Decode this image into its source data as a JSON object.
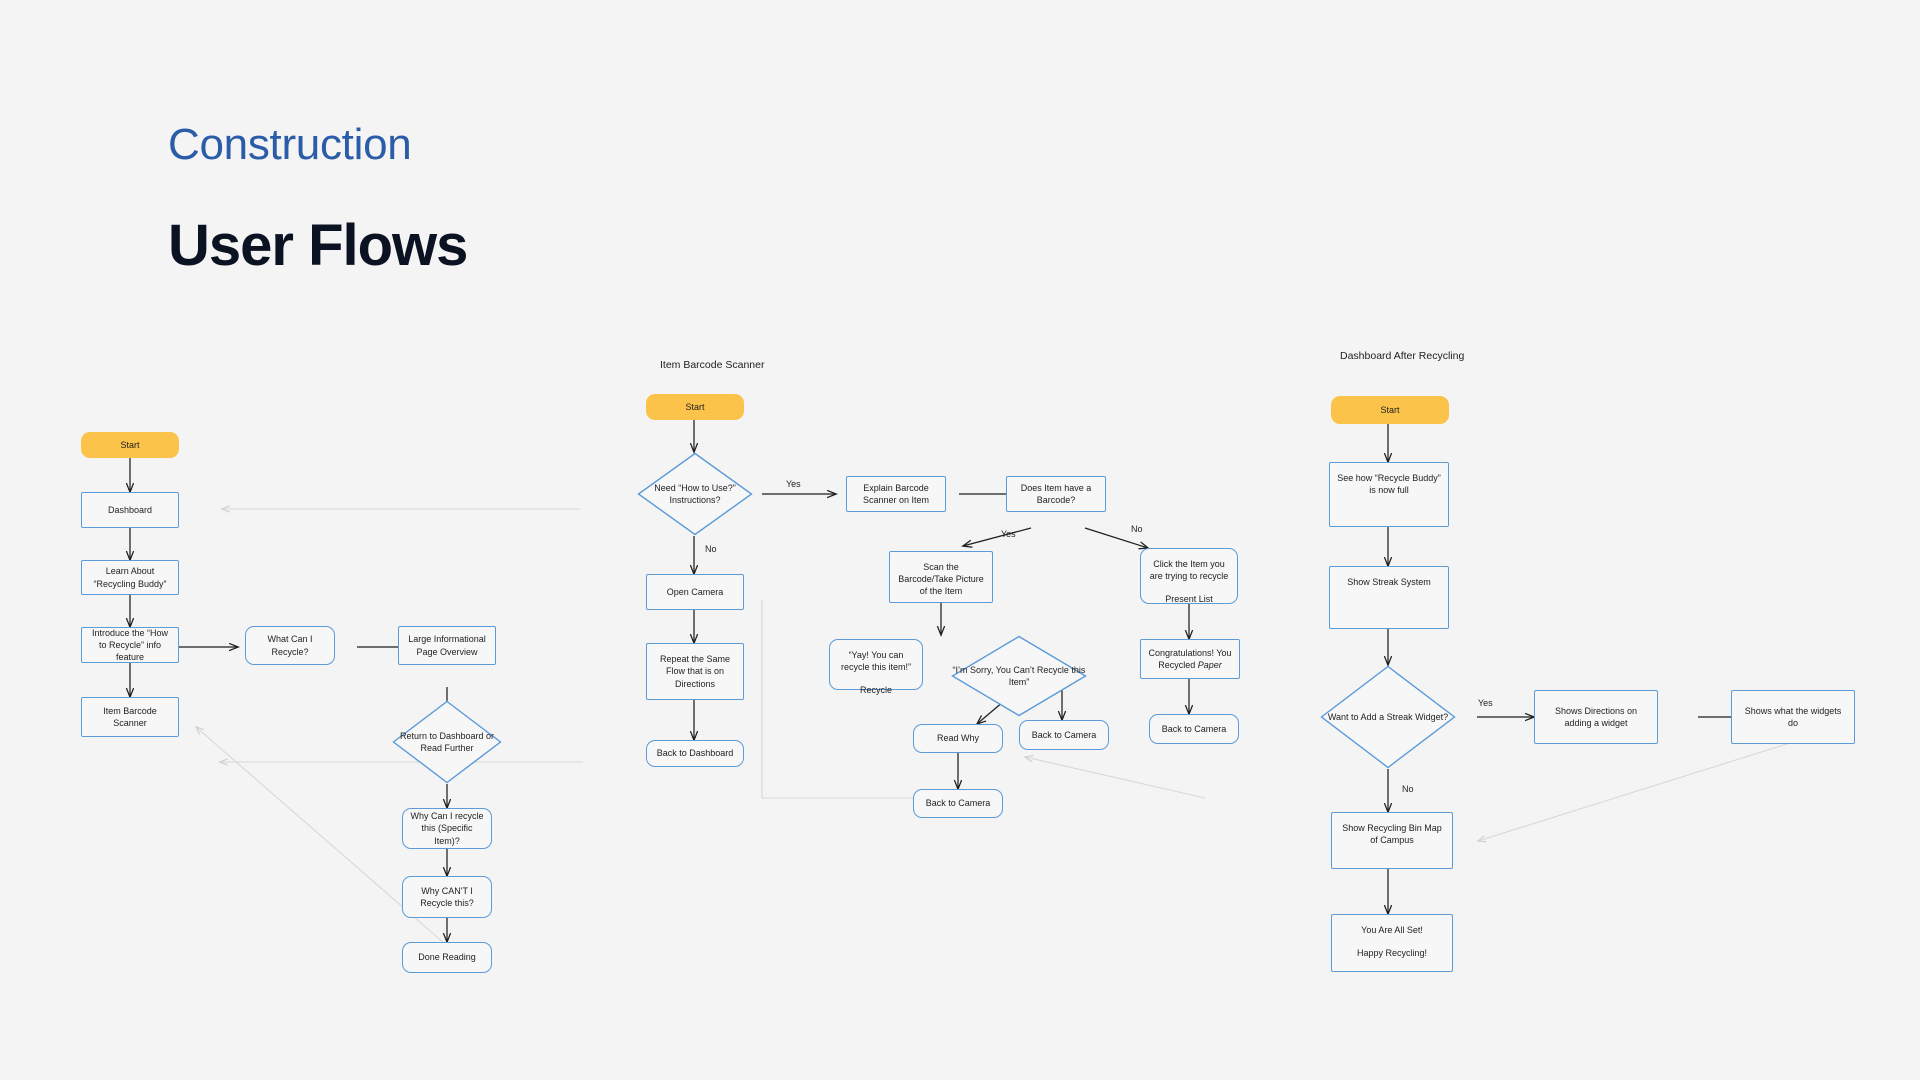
{
  "page": {
    "kicker": "Construction",
    "headline": "User Flows",
    "background_color": "#f4f4f4",
    "accent_blue": "#2a5ca8",
    "node_border_color": "#5a9bd8",
    "start_fill_color": "#fbc34a",
    "arrow_color": "#1f1f1f",
    "faint_connector_color": "#d8d8d8"
  },
  "flows": [
    {
      "id": "dashboard-flow",
      "label": "",
      "nodes": {
        "start": "Start",
        "dashboard": "Dashboard",
        "learn_about": "Learn About “Recycling Buddy”",
        "introduce": "Introduce the “How to Recycle” info feature",
        "item_barcode_scanner": "Item Barcode Scanner",
        "what_can_i_recycle": "What Can I Recycle?",
        "large_info_page": "Large Informational Page Overview",
        "return_or_read": "Return to Dashboard or Read Further",
        "why_can": "Why Can I recycle this (Specific Item)?",
        "why_cant": "Why CAN'T I Recycle this?",
        "done_reading": "Done Reading"
      }
    },
    {
      "id": "barcode-flow",
      "label": "Item Barcode Scanner",
      "nodes": {
        "start": "Start",
        "need_how_to_use": "Need “How to Use?” Instructions?",
        "open_camera": "Open Camera",
        "repeat_flow": "Repeat the Same Flow that is on Directions",
        "back_to_dashboard": "Back to Dashboard",
        "explain_scanner": "Explain Barcode Scanner on Item",
        "does_item_have_barcode": "Does Item have a Barcode?",
        "scan_barcode": "Scan the Barcode/Take Picture of the Item",
        "click_item": "Click the Item you are trying to recycle",
        "click_item_sub": "Present List",
        "yay_recycle": "“Yay! You can recycle this item!”",
        "yay_recycle_sub": "Recycle",
        "sorry_cant": "“I’m Sorry, You Can’t Recycle this Item”",
        "congrats_prefix": "Congratulations! You Recycled ",
        "congrats_italic": "Paper",
        "read_why": "Read Why",
        "back_to_camera_a": "Back to Camera",
        "back_to_camera_b": "Back to Camera",
        "back_to_camera_c": "Back to Camera"
      },
      "edge_labels": {
        "yes_top": "Yes",
        "no_bottom": "No",
        "yes_branch": "Yes",
        "no_branch": "No"
      }
    },
    {
      "id": "dashboard-after-flow",
      "label": "Dashboard After Recycling",
      "nodes": {
        "start": "Start",
        "see_how_full": "See how “Recycle Buddy” is now full",
        "show_streak": "Show Streak System",
        "want_widget": "Want to Add a Streak Widget?",
        "shows_directions": "Shows Directions on adding a widget",
        "shows_widgets_do": "Shows what the widgets do",
        "show_bin_map": "Show Recycling Bin Map of Campus",
        "all_set": "You Are All Set!",
        "all_set_sub": "Happy Recycling!"
      },
      "edge_labels": {
        "yes": "Yes",
        "no": "No"
      }
    }
  ]
}
